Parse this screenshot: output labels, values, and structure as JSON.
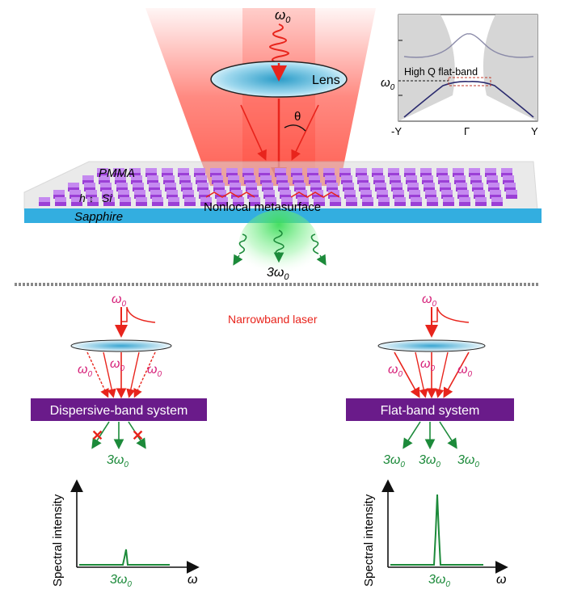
{
  "top": {
    "omega_in": "ω",
    "omega_in_sub": "0",
    "lens_label": "Lens",
    "theta": "θ",
    "pmma": "PMMA",
    "h_label": "h",
    "si_label": "Si",
    "sapphire": "Sapphire",
    "metasurface": "Nonlocal metasurface",
    "third_harmonic": "3ω",
    "third_harmonic_sub": "0"
  },
  "inset": {
    "omega_axis": "ω",
    "omega_axis_sub": "0",
    "flat_band_label": "High Q flat-band",
    "x_ticks": [
      "-Y",
      "Γ",
      "Y"
    ]
  },
  "bottom": {
    "narrowband_label": "Narrowband laser",
    "omega": "ω",
    "omega_sub": "0",
    "left_system": "Dispersive-band system",
    "right_system": "Flat-band system",
    "output": "3ω",
    "output_sub": "0",
    "spectrum_ylabel": "Spectral intensity",
    "spectrum_xlabel": "ω",
    "spectrum_peak_label": "3ω",
    "spectrum_peak_sub": "0"
  },
  "colors": {
    "laser_red": "#e8241c",
    "omega_pink": "#d6227a",
    "harmonic_green": "#1c8a3a",
    "system_purple": "#6a1b8a",
    "pillar_purple": "#a24fd8",
    "sapphire_blue": "#33aee0",
    "band_navy": "#2a2a6e"
  }
}
